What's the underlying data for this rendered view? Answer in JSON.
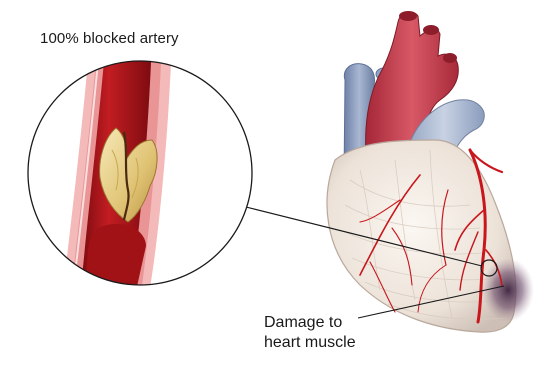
{
  "labels": {
    "blocked_artery": "100% blocked artery",
    "damage_line1": "Damage to",
    "damage_line2": "heart muscle"
  },
  "colors": {
    "artery_red": "#b01818",
    "artery_wall": "#f2b3b3",
    "plaque": "#e8d28a",
    "heart_muscle": "#f2ece4",
    "aorta": "#c23c4a",
    "vena_cava": "#7f93b8",
    "damage": "#5a3a55",
    "leader_line": "#1a1a1a"
  }
}
